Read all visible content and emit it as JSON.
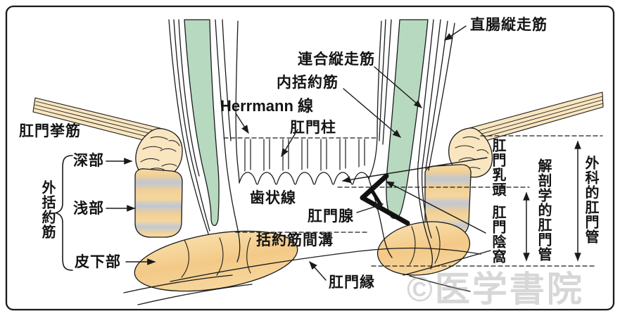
{
  "figure": {
    "watermark": "©医学書院",
    "colors": {
      "background": "#ffffff",
      "outline": "#1a1a1a",
      "smooth_muscle_green": "#b7d9c0",
      "levator_cream": "#f9e6c0",
      "sphincter_orange": "#f4cb85",
      "striation_gray": "#bfc7d4",
      "watermark_gray": "#d8d8d8"
    }
  },
  "labels": {
    "rectal_longitudinal_muscle": "直腸縦走筋",
    "conjoined_longitudinal_muscle": "連合縦走筋",
    "internal_sphincter": "内括約筋",
    "herrmann_line": "Herrmann 線",
    "anal_columns": "肛門柱",
    "levator_ani": "肛門挙筋",
    "external_sphincter": "外括約筋",
    "deep_part": "深部",
    "superficial_part": "浅部",
    "subcutaneous_part": "皮下部",
    "dentate_line": "歯状線",
    "anal_gland": "肛門腺",
    "intersphincteric_groove": "括約筋間溝",
    "anal_verge": "肛門縁",
    "anal_papilla": "肛門乳頭",
    "anal_crypt": "肛門陰窩",
    "anatomical_anal_canal": "解剖学的肛門管",
    "surgical_anal_canal": "外科的肛門管"
  }
}
